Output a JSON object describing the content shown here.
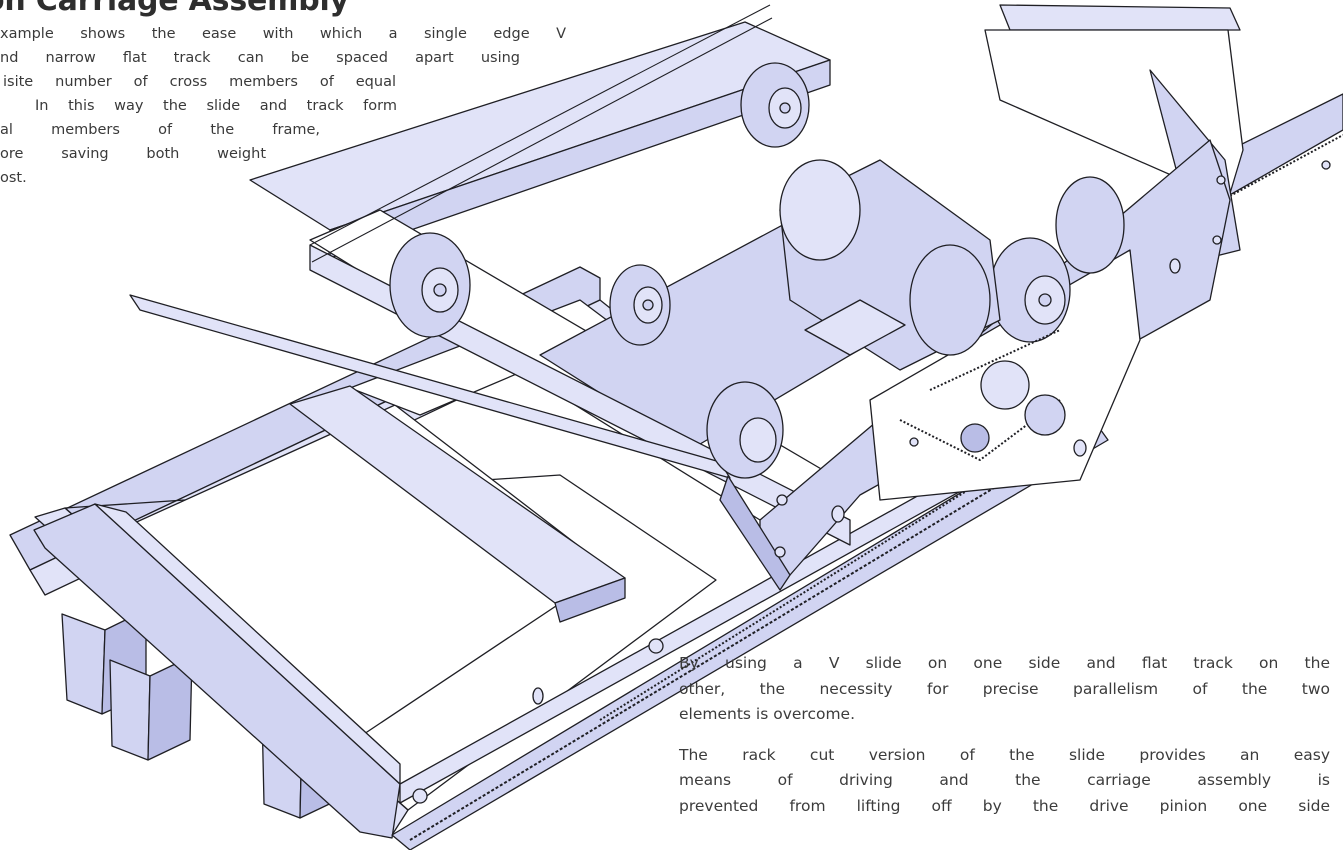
{
  "page": {
    "title": "on Carriage Assembly",
    "intro_lines": [
      "xample shows the ease with which a single edge V",
      "nd narrow flat track can be spaced apart using",
      "isite number of cross members of equal",
      "In this way the slide and track form",
      "al members of the frame,",
      "ore saving both weight",
      "ost."
    ],
    "outro_paragraphs": [
      [
        "By using a V slide on one side and flat track on the",
        "other, the necessity for precise parallelism of the two",
        "elements is overcome."
      ],
      [
        "The rack cut version of the slide provides an easy",
        "means of driving and the carriage assembly is",
        "prevented from lifting off by the drive pinion one side"
      ]
    ]
  },
  "colors": {
    "metal_fill": "#d1d4f2",
    "metal_light": "#e1e3f8",
    "metal_dark": "#b9bde6",
    "outline": "#1f1f24"
  },
  "drawing": {
    "subject": "carriage-assembly-isometric"
  }
}
